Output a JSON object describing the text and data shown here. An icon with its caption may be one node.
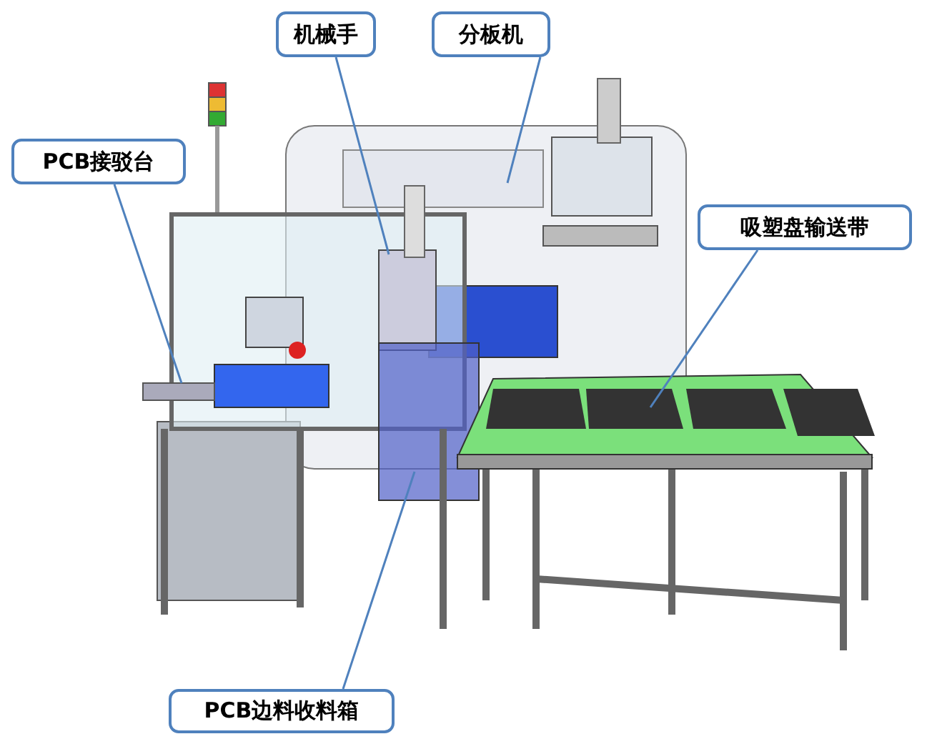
{
  "diagram": {
    "nodes": [
      {
        "text": [
          "机械手"
        ]
      },
      {
        "text": [
          "分板机"
        ]
      },
      {
        "text": [
          "PCB接驳台"
        ]
      },
      {
        "text": [
          "吸塑盘输送带"
        ]
      },
      {
        "text": [
          "PCB边料收料箱"
        ]
      }
    ],
    "edges": [
      {
        "from": 0,
        "to": null,
        "arrow": "none"
      },
      {
        "from": 1,
        "to": null,
        "arrow": "none"
      },
      {
        "from": 2,
        "to": null,
        "arrow": "none"
      },
      {
        "from": 3,
        "to": null,
        "arrow": "none"
      },
      {
        "from": 4,
        "to": null,
        "arrow": "none"
      }
    ]
  }
}
